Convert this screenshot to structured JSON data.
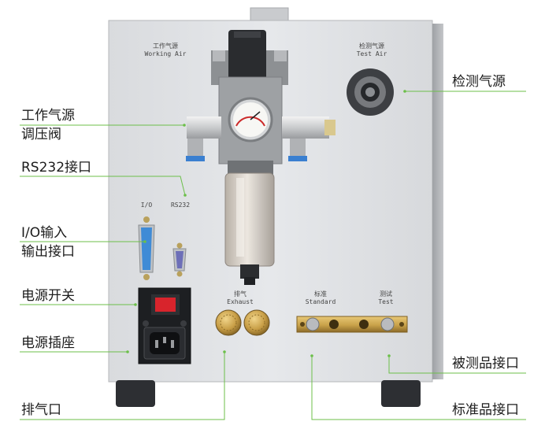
{
  "panel_labels": {
    "working_air_cn": "工作气源",
    "working_air_en": "Working Air",
    "test_air_cn": "检测气源",
    "test_air_en": "Test Air",
    "io": "I/O",
    "rs232": "RS232",
    "exhaust_cn": "排气",
    "exhaust_en": "Exhaust",
    "standard_cn": "标准",
    "standard_en": "Standard",
    "test_cn": "测试",
    "test_en": "Test"
  },
  "callouts": {
    "regulator_line1": "工作气源",
    "regulator_line2": "调压阀",
    "rs232_port": "RS232接口",
    "io_line1": "I/O输入",
    "io_line2": "输出接口",
    "power_switch": "电源开关",
    "power_socket": "电源插座",
    "exhaust": "排气口",
    "test_air": "检测气源",
    "test_part_port": "被测品接口",
    "standard_part_port": "标准品接口"
  },
  "colors": {
    "leader_line": "#6cbf4a",
    "panel": "#e2e4e7",
    "switch_red": "#d8242c",
    "brass": "#c9a24a",
    "connector_blue": "#3a7fd0"
  }
}
